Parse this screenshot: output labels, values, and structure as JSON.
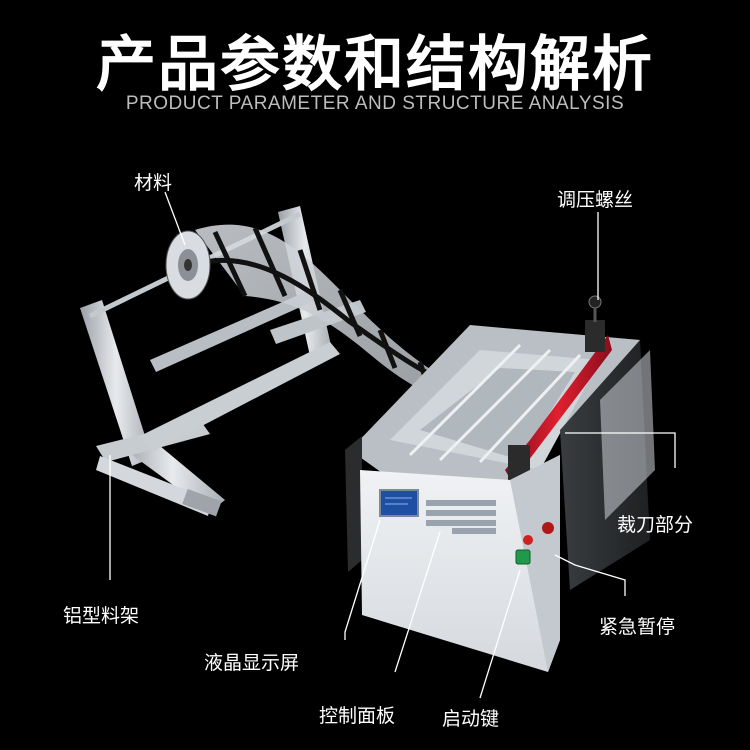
{
  "title": "产品参数和结构解析",
  "subtitle": "PRODUCT PARAMETER AND STRUCTURE ANALYSIS",
  "callouts": {
    "material": "材料",
    "pressure_screw": "调压螺丝",
    "cutter": "裁刀部分",
    "emergency_stop": "紧急暂停",
    "aluminum_rack": "铝型料架",
    "lcd_screen": "液晶显示屏",
    "control_panel": "控制面板",
    "start_key": "启动键"
  },
  "colors": {
    "background": "#000000",
    "cutter_bar": "#c8102e",
    "machine_body": "#e9ebee",
    "start_button": "#1f9a4a",
    "stop_button": "#d02020",
    "lcd": "#1f4fa3"
  }
}
